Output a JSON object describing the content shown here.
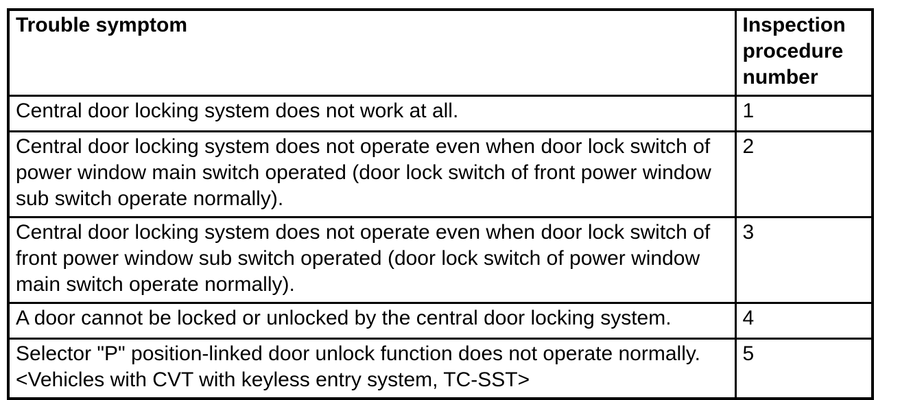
{
  "table": {
    "headers": {
      "symptom": "Trouble symptom",
      "number": "Inspection procedure number"
    },
    "rows": [
      {
        "symptom": "Central door locking system does not work at all.",
        "number": "1",
        "lines": 1
      },
      {
        "symptom": "Central door locking system does not operate even when door lock switch of\npower window main switch operated (door lock switch of front power window\nsub switch operate normally).",
        "number": "2",
        "lines": 3
      },
      {
        "symptom": "Central door locking system does not operate even when door lock switch of\nfront power window sub switch operated (door lock switch of power window\nmain switch operate normally).",
        "number": "3",
        "lines": 3
      },
      {
        "symptom": "A door cannot be locked or unlocked by the central door locking system.",
        "number": "4",
        "lines": 1
      },
      {
        "symptom": "Selector \"P\" position-linked door unlock function does not operate normally.\n<Vehicles with CVT with keyless entry system, TC-SST>",
        "number": "5",
        "lines": 2
      }
    ]
  }
}
